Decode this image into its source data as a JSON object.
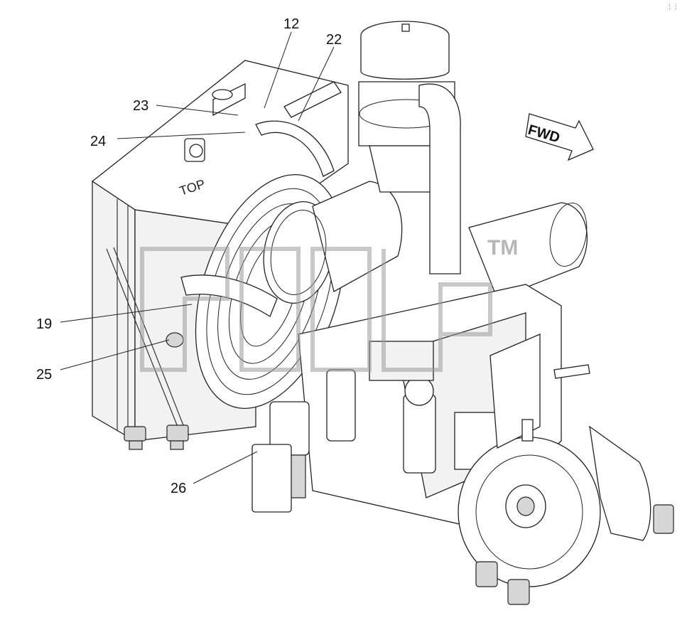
{
  "diagram": {
    "callouts": [
      {
        "id": "12",
        "label": "12"
      },
      {
        "id": "22",
        "label": "22"
      },
      {
        "id": "23",
        "label": "23"
      },
      {
        "id": "24",
        "label": "24"
      },
      {
        "id": "19",
        "label": "19"
      },
      {
        "id": "25",
        "label": "25"
      },
      {
        "id": "26",
        "label": "26"
      }
    ],
    "stencil_top": "TOP",
    "direction_label": "FWD",
    "watermark_tm": "TM"
  }
}
